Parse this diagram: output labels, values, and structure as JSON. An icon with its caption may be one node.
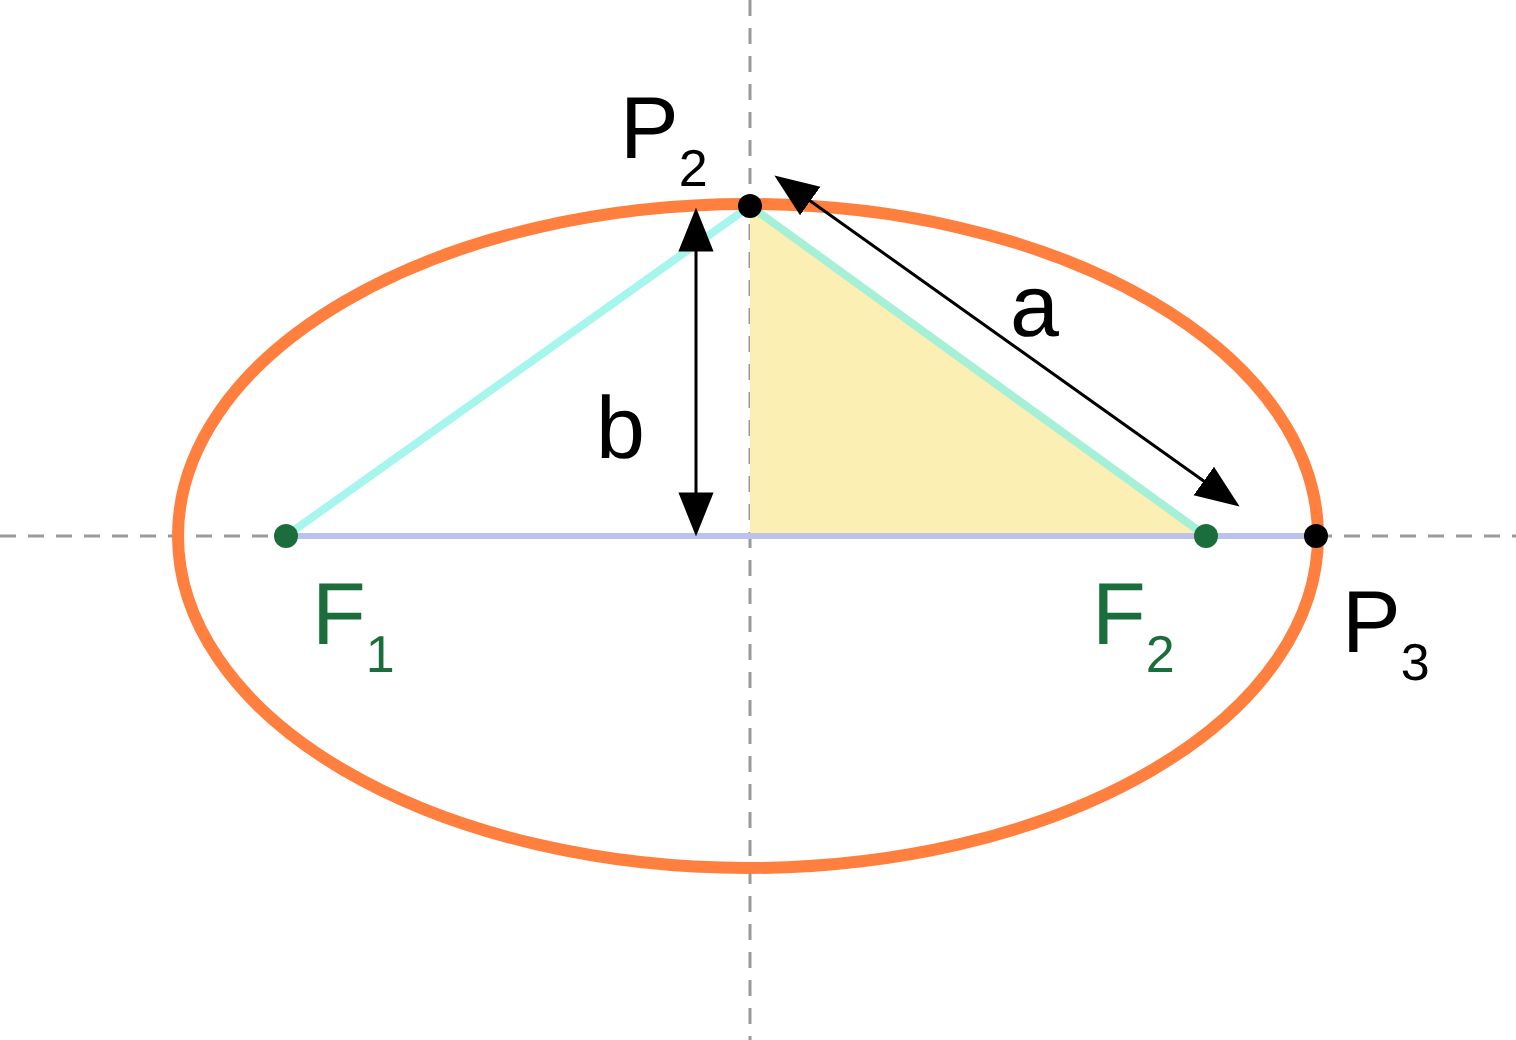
{
  "diagram": {
    "labels": [
      "P$_{2}$",
      "a",
      "b",
      "F$_{1}$",
      "F$_{2}$",
      "P$_{3}$"
    ]
  }
}
